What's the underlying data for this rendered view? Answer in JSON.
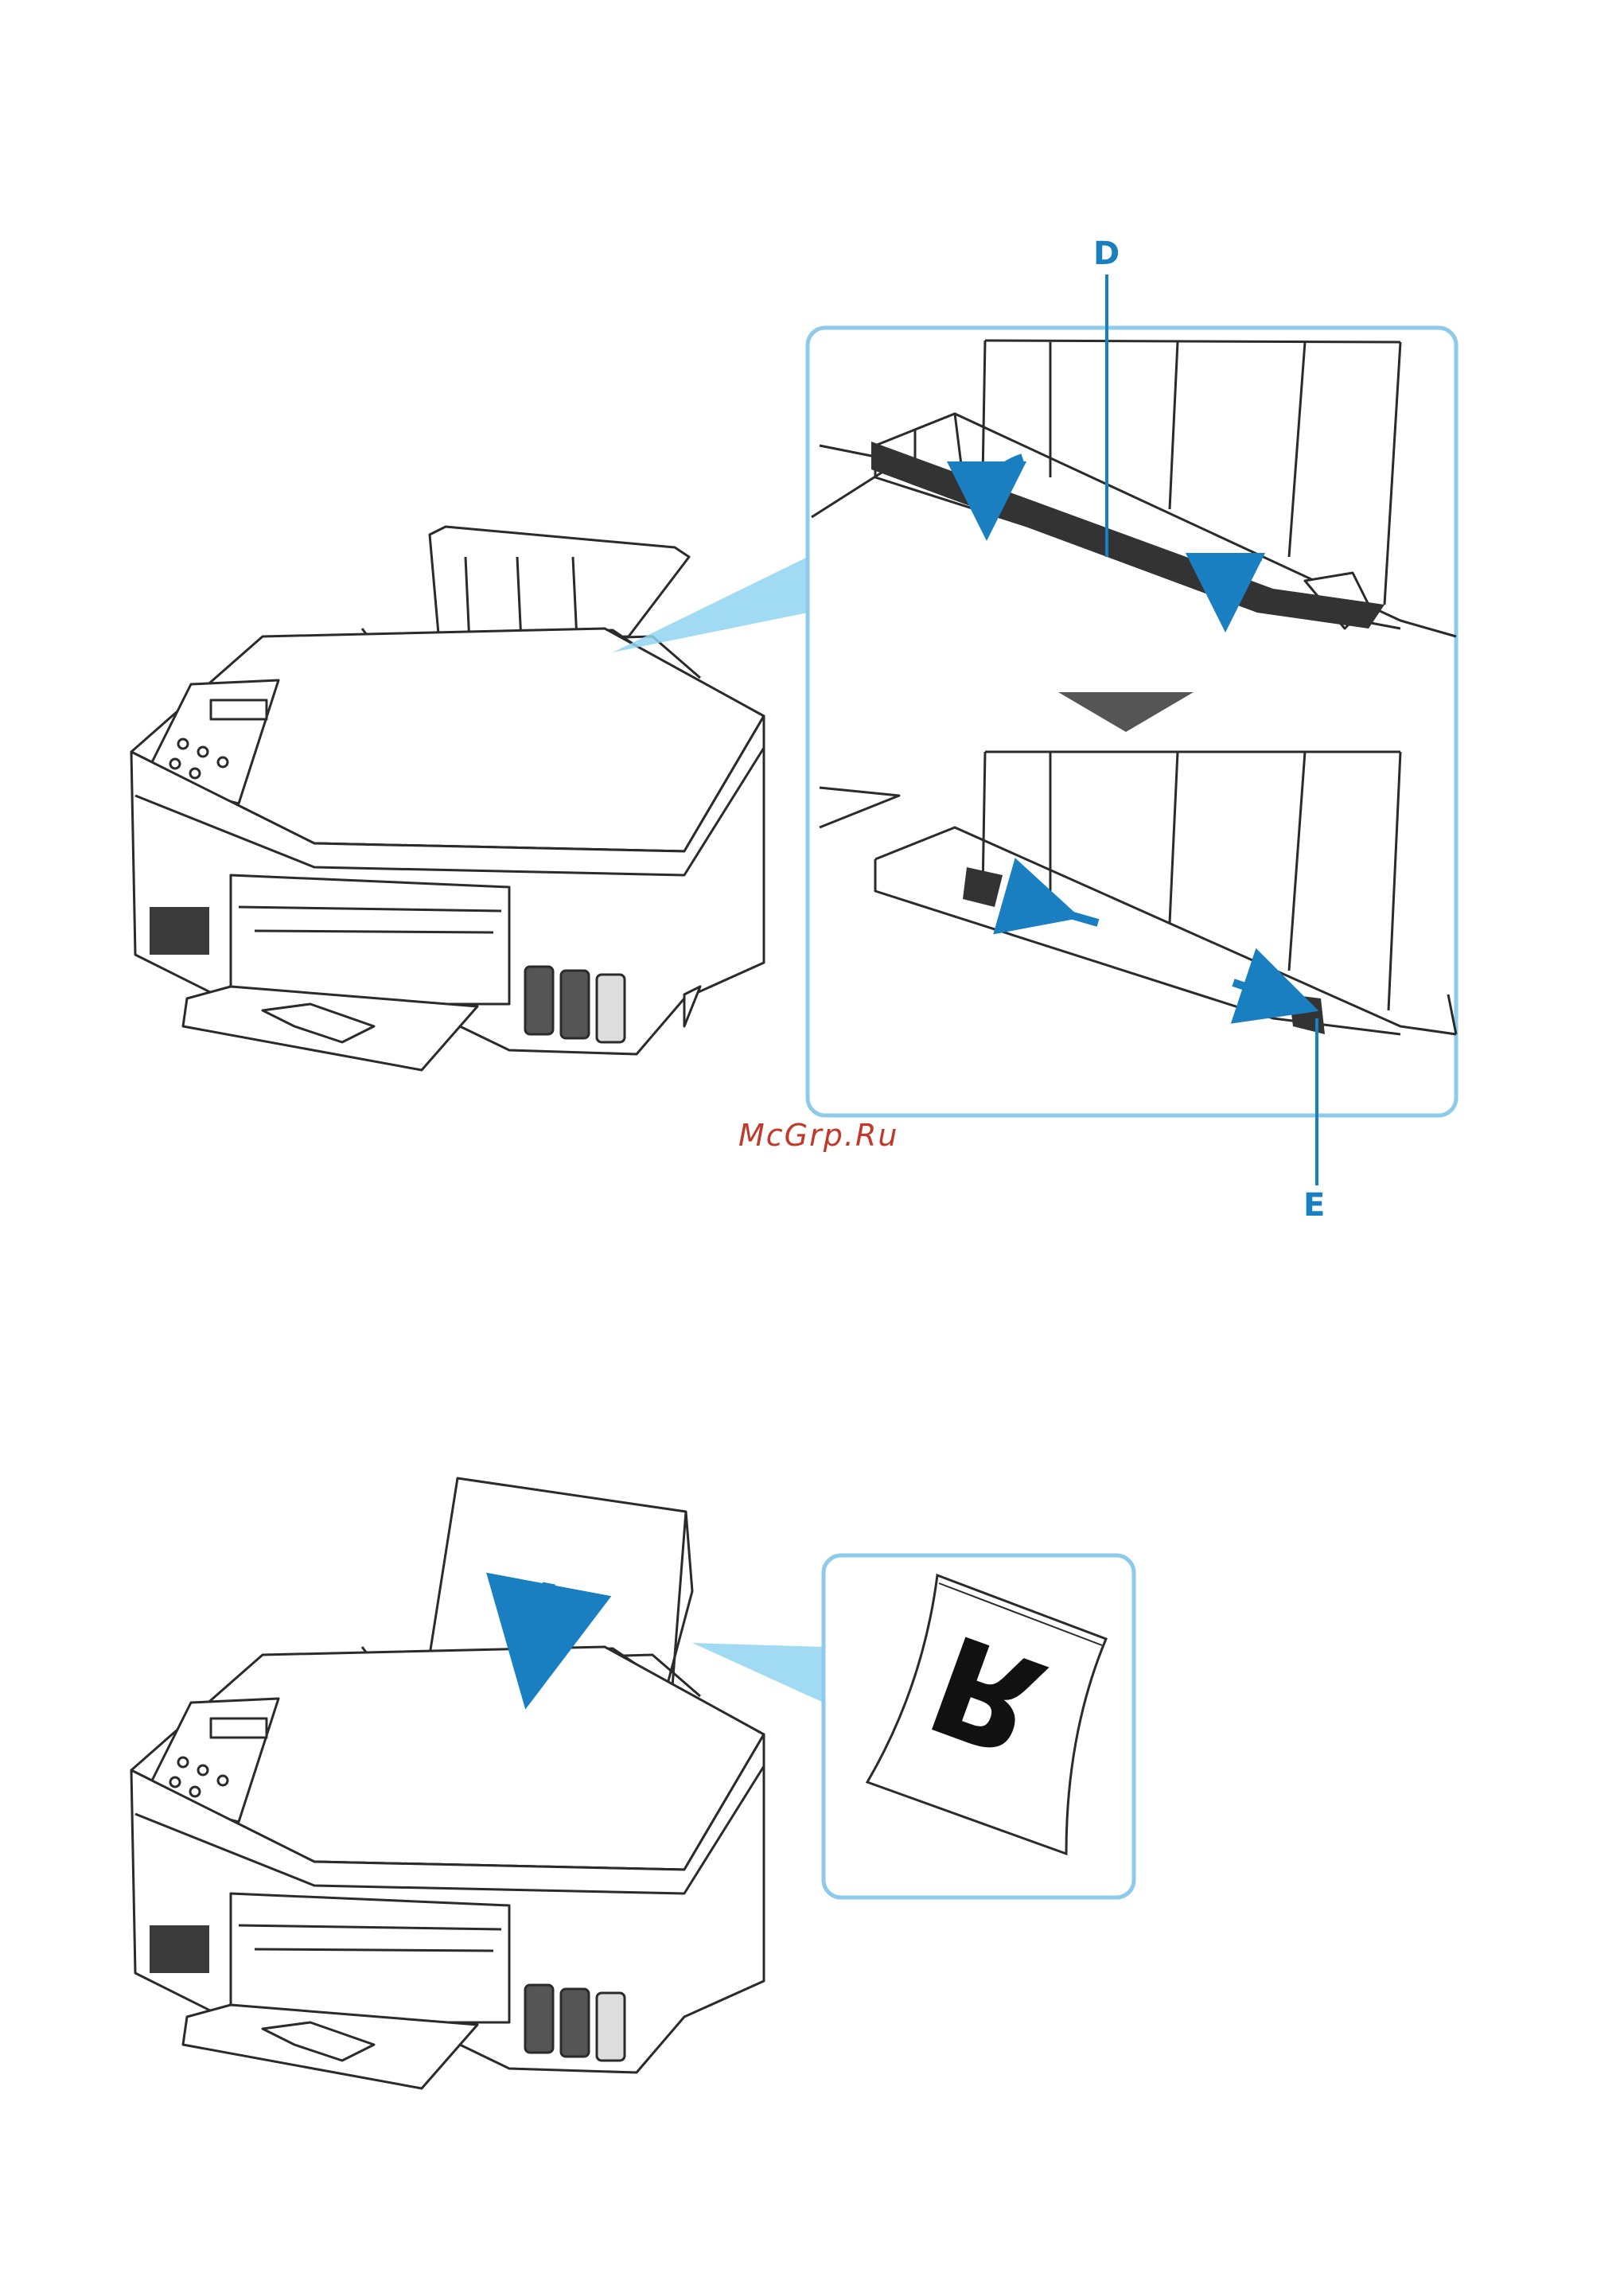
{
  "figure1": {
    "callout_d": "D",
    "callout_e": "E"
  },
  "figure2": {
    "paper_letter": "R"
  },
  "watermark": "McGrp.Ru",
  "colors": {
    "accent_blue": "#1a7fc0",
    "panel_border": "#8ecbea",
    "zoom_beam": "#8fd4f1",
    "line": "#2b2b2b",
    "watermark": "#c0392b"
  }
}
